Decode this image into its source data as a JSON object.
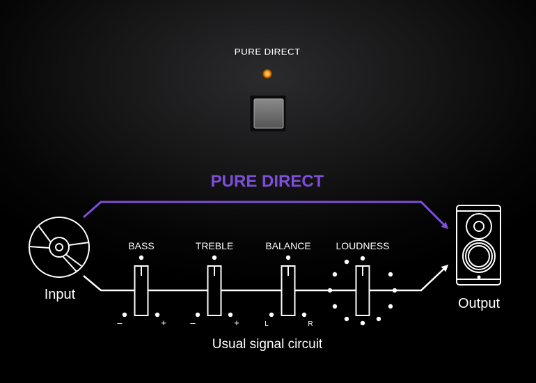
{
  "panel": {
    "label": "PURE DIRECT",
    "led_color": "#ffa21a"
  },
  "diagram": {
    "bypass_label": "PURE DIRECT",
    "bypass_color": "#7d4fd9",
    "input_label": "Input",
    "output_label": "Output",
    "circuit_label": "Usual signal circuit",
    "controls": [
      {
        "name": "BASS",
        "min": "–",
        "max": "+"
      },
      {
        "name": "TREBLE",
        "min": "–",
        "max": "+"
      },
      {
        "name": "BALANCE",
        "min": "L",
        "max": "R"
      },
      {
        "name": "LOUDNESS"
      }
    ]
  }
}
